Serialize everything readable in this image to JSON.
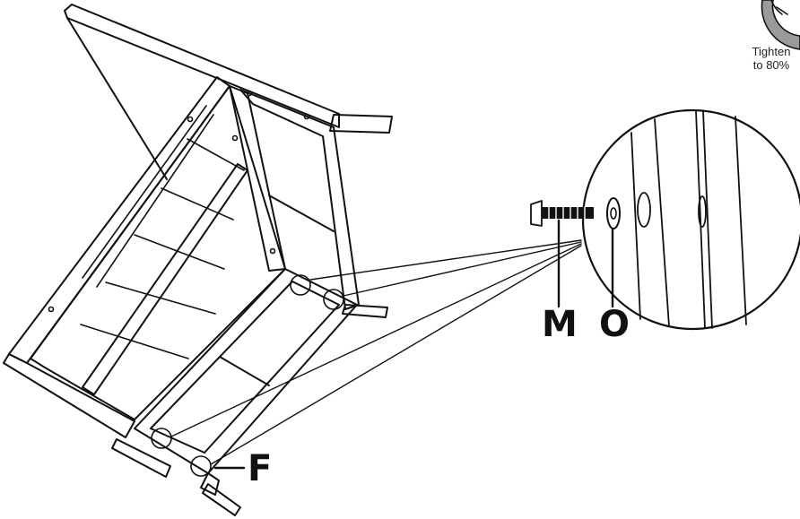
{
  "callouts": {
    "bolt": "M",
    "washer": "O",
    "bracket": "F"
  },
  "torque_note": {
    "line1": "Tighten",
    "line2": "to 80%"
  },
  "colors": {
    "ink": "#111111",
    "gauge_fill": "#9a9a9a",
    "background": "#ffffff"
  },
  "icons": [
    "torque-gauge-icon",
    "bolt-icon",
    "washer-icon",
    "magnifier-circle-icon"
  ]
}
